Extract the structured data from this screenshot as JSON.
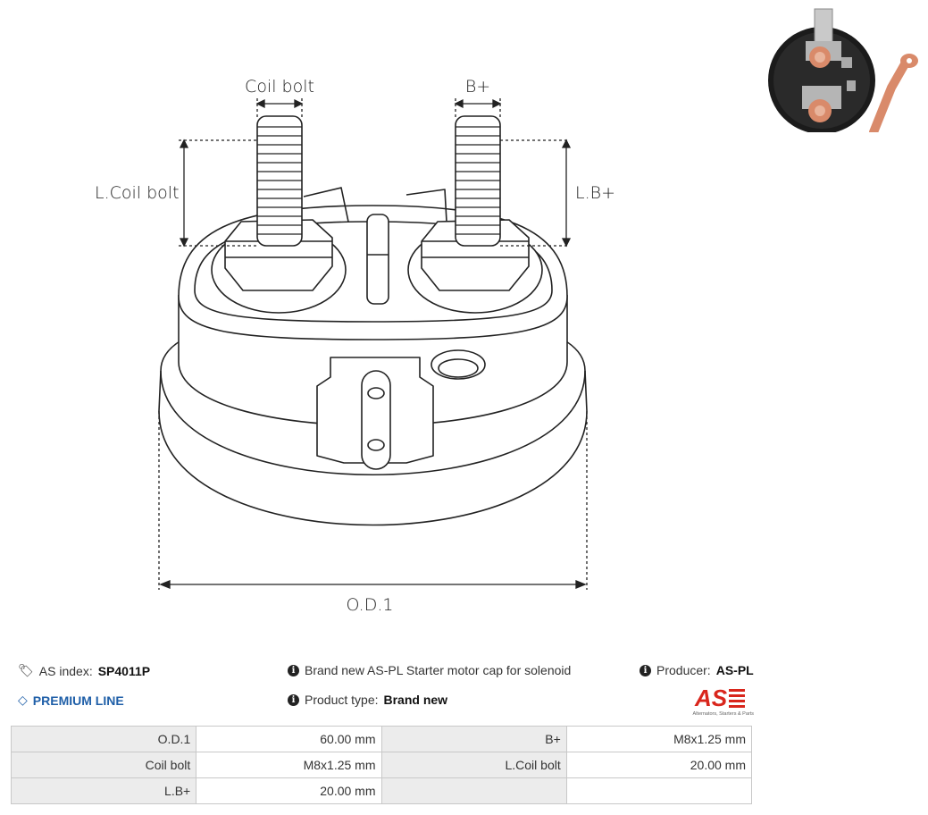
{
  "drawing": {
    "labels": {
      "coil_bolt": "Coil bolt",
      "b_plus": "B+",
      "l_coil_bolt": "L.Coil bolt",
      "l_b_plus": "L.B+",
      "od1": "O.D.1"
    }
  },
  "info": {
    "as_index_label": "AS index:",
    "as_index_value": "SP4011P",
    "premium": "PREMIUM LINE",
    "description": "Brand new AS-PL Starter motor cap for solenoid",
    "product_type_label": "Product type:",
    "product_type_value": "Brand new",
    "producer_label": "Producer:",
    "producer_value": "AS-PL",
    "logo_text": "AS",
    "logo_tagline": "Alternators, Starters & Parts"
  },
  "specs": [
    [
      "O.D.1",
      "60.00 mm",
      "B+",
      "M8x1.25 mm"
    ],
    [
      "Coil bolt",
      "M8x1.25 mm",
      "L.Coil bolt",
      "20.00 mm"
    ],
    [
      "L.B+",
      "20.00 mm",
      "",
      ""
    ]
  ],
  "colors": {
    "accent": "#1f5fa8",
    "logo_red": "#d9261c",
    "copper": "#d98a6a"
  }
}
